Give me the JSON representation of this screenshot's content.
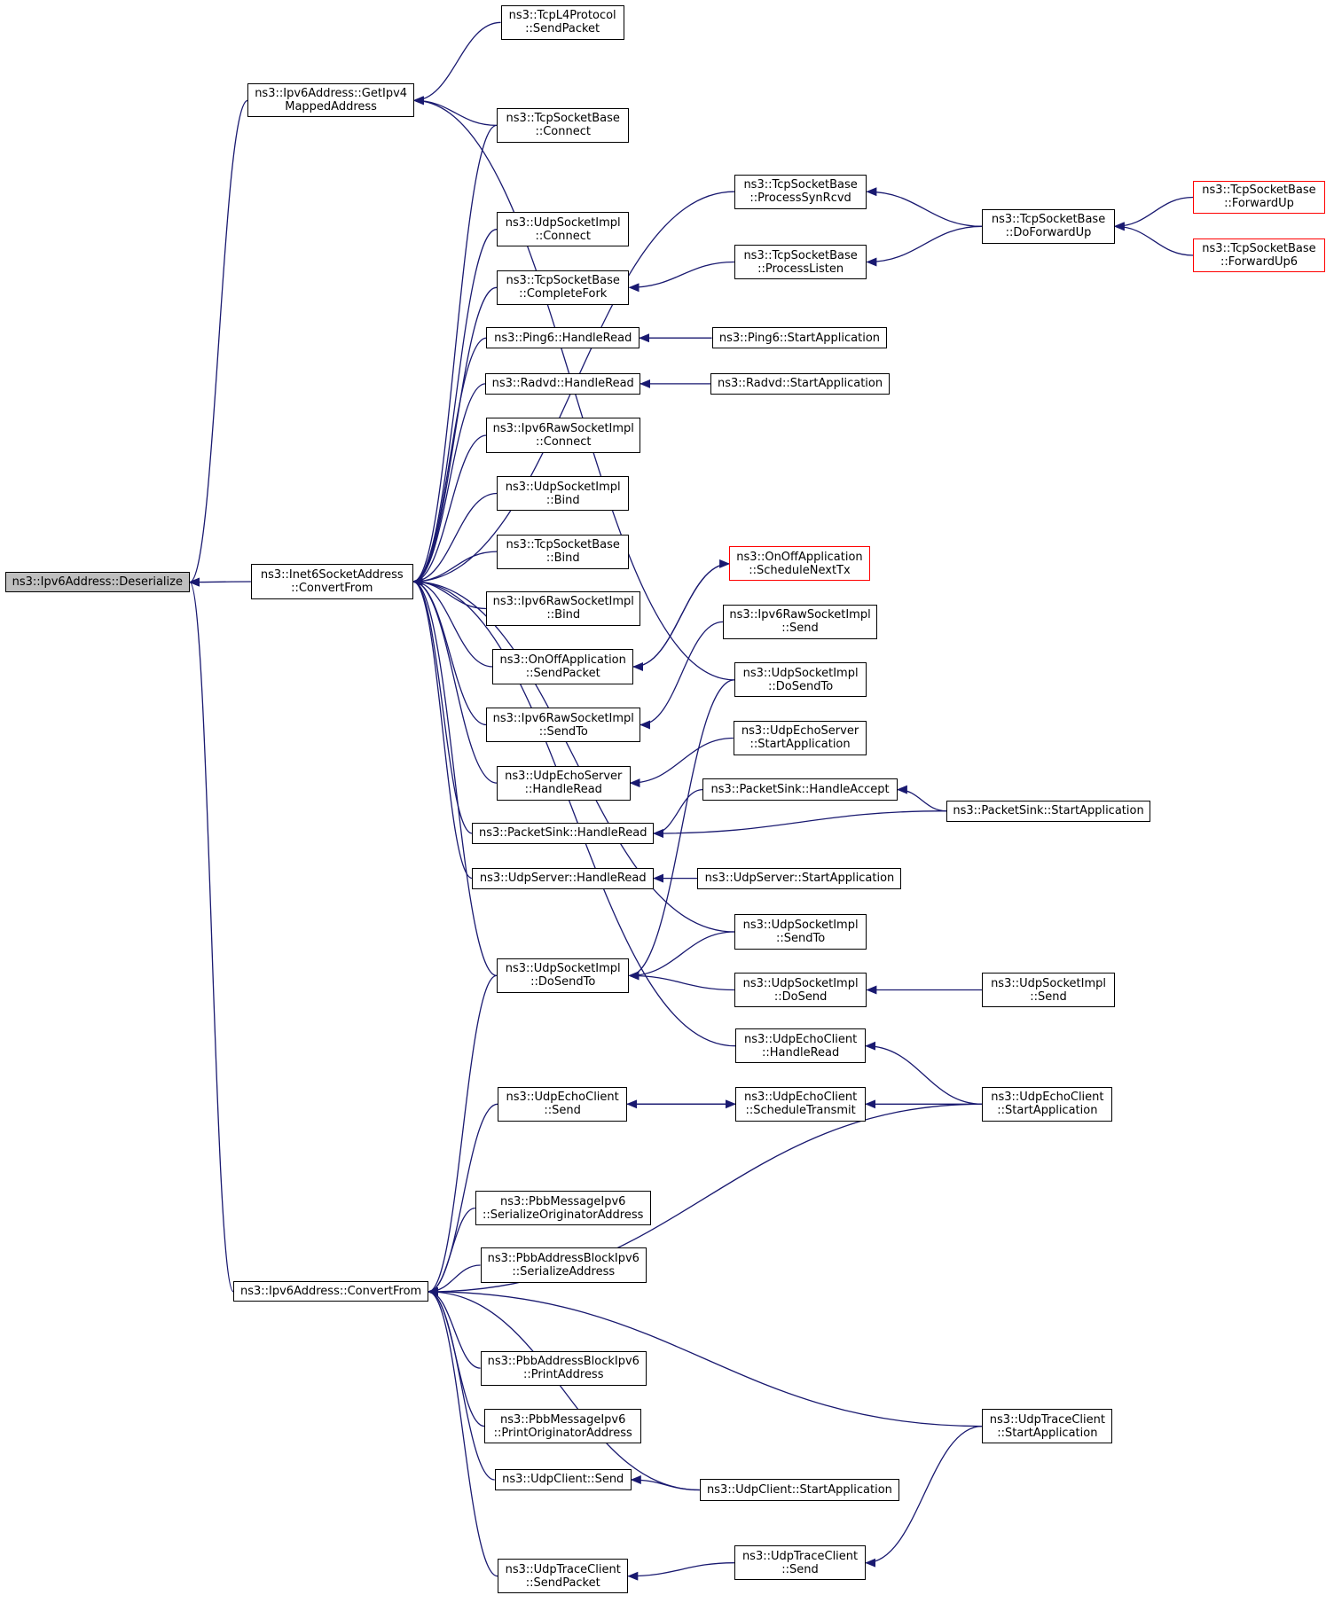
{
  "graph": {
    "edge_color": "#191970",
    "node_border_color": "#000000",
    "truncated_node_border_color": "#ff0000",
    "root_fill_color": "#bfbfbf",
    "root": "ns3::Ipv6Address::Deserialize",
    "nodes": [
      {
        "id": "deserialize",
        "lines": [
          "ns3::Ipv6Address::Deserialize"
        ],
        "root": true
      },
      {
        "id": "getipv4mapped",
        "lines": [
          "ns3::Ipv6Address::GetIpv4",
          "MappedAddress"
        ]
      },
      {
        "id": "inet6convert",
        "lines": [
          "ns3::Inet6SocketAddress",
          "::ConvertFrom"
        ]
      },
      {
        "id": "ipv6convert",
        "lines": [
          "ns3::Ipv6Address::ConvertFrom"
        ]
      },
      {
        "id": "tcpl4send",
        "lines": [
          "ns3::TcpL4Protocol",
          "::SendPacket"
        ]
      },
      {
        "id": "tcpconnect",
        "lines": [
          "ns3::TcpSocketBase",
          "::Connect"
        ]
      },
      {
        "id": "processsynrcvd",
        "lines": [
          "ns3::TcpSocketBase",
          "::ProcessSynRcvd"
        ]
      },
      {
        "id": "doforwardup",
        "lines": [
          "ns3::TcpSocketBase",
          "::DoForwardUp"
        ]
      },
      {
        "id": "forwardup",
        "lines": [
          "ns3::TcpSocketBase",
          "::ForwardUp"
        ],
        "truncated": true
      },
      {
        "id": "forwardup6",
        "lines": [
          "ns3::TcpSocketBase",
          "::ForwardUp6"
        ],
        "truncated": true
      },
      {
        "id": "udpconnect",
        "lines": [
          "ns3::UdpSocketImpl",
          "::Connect"
        ]
      },
      {
        "id": "completefork",
        "lines": [
          "ns3::TcpSocketBase",
          "::CompleteFork"
        ]
      },
      {
        "id": "processlisten",
        "lines": [
          "ns3::TcpSocketBase",
          "::ProcessListen"
        ]
      },
      {
        "id": "ping6read",
        "lines": [
          "ns3::Ping6::HandleRead"
        ]
      },
      {
        "id": "ping6start",
        "lines": [
          "ns3::Ping6::StartApplication"
        ]
      },
      {
        "id": "radvdread",
        "lines": [
          "ns3::Radvd::HandleRead"
        ]
      },
      {
        "id": "radvdstart",
        "lines": [
          "ns3::Radvd::StartApplication"
        ]
      },
      {
        "id": "rawconnect",
        "lines": [
          "ns3::Ipv6RawSocketImpl",
          "::Connect"
        ]
      },
      {
        "id": "udpbind",
        "lines": [
          "ns3::UdpSocketImpl",
          "::Bind"
        ]
      },
      {
        "id": "tcpbind",
        "lines": [
          "ns3::TcpSocketBase",
          "::Bind"
        ]
      },
      {
        "id": "rawbind",
        "lines": [
          "ns3::Ipv6RawSocketImpl",
          "::Bind"
        ]
      },
      {
        "id": "onoffsched",
        "lines": [
          "ns3::OnOffApplication",
          "::ScheduleNextTx"
        ],
        "truncated": true
      },
      {
        "id": "onoffsend",
        "lines": [
          "ns3::OnOffApplication",
          "::SendPacket"
        ]
      },
      {
        "id": "rawsend",
        "lines": [
          "ns3::Ipv6RawSocketImpl",
          "::Send"
        ]
      },
      {
        "id": "udpdosendto_r",
        "lines": [
          "ns3::UdpSocketImpl",
          "::DoSendTo"
        ]
      },
      {
        "id": "rawsendto",
        "lines": [
          "ns3::Ipv6RawSocketImpl",
          "::SendTo"
        ]
      },
      {
        "id": "echoserverstart",
        "lines": [
          "ns3::UdpEchoServer",
          "::StartApplication"
        ]
      },
      {
        "id": "echoserverread",
        "lines": [
          "ns3::UdpEchoServer",
          "::HandleRead"
        ]
      },
      {
        "id": "sinkaccept",
        "lines": [
          "ns3::PacketSink::HandleAccept"
        ]
      },
      {
        "id": "sinkstart",
        "lines": [
          "ns3::PacketSink::StartApplication"
        ]
      },
      {
        "id": "sinkread",
        "lines": [
          "ns3::PacketSink::HandleRead"
        ]
      },
      {
        "id": "udpserverread",
        "lines": [
          "ns3::UdpServer::HandleRead"
        ]
      },
      {
        "id": "udpserverstart",
        "lines": [
          "ns3::UdpServer::StartApplication"
        ]
      },
      {
        "id": "udpsendto",
        "lines": [
          "ns3::UdpSocketImpl",
          "::SendTo"
        ]
      },
      {
        "id": "udpdosendto",
        "lines": [
          "ns3::UdpSocketImpl",
          "::DoSendTo"
        ]
      },
      {
        "id": "udpdosend",
        "lines": [
          "ns3::UdpSocketImpl",
          "::DoSend"
        ]
      },
      {
        "id": "udpsend",
        "lines": [
          "ns3::UdpSocketImpl",
          "::Send"
        ]
      },
      {
        "id": "echoclientread",
        "lines": [
          "ns3::UdpEchoClient",
          "::HandleRead"
        ]
      },
      {
        "id": "echoclientsend",
        "lines": [
          "ns3::UdpEchoClient",
          "::Send"
        ]
      },
      {
        "id": "echoclientsched",
        "lines": [
          "ns3::UdpEchoClient",
          "::ScheduleTransmit"
        ]
      },
      {
        "id": "echoclientstart",
        "lines": [
          "ns3::UdpEchoClient",
          "::StartApplication"
        ]
      },
      {
        "id": "pbbmsgserialize",
        "lines": [
          "ns3::PbbMessageIpv6",
          "::SerializeOriginatorAddress"
        ]
      },
      {
        "id": "pbbblockserialize",
        "lines": [
          "ns3::PbbAddressBlockIpv6",
          "::SerializeAddress"
        ]
      },
      {
        "id": "pbbblockprint",
        "lines": [
          "ns3::PbbAddressBlockIpv6",
          "::PrintAddress"
        ]
      },
      {
        "id": "pbbmsgprint",
        "lines": [
          "ns3::PbbMessageIpv6",
          "::PrintOriginatorAddress"
        ]
      },
      {
        "id": "tracestart",
        "lines": [
          "ns3::UdpTraceClient",
          "::StartApplication"
        ]
      },
      {
        "id": "udpclientsend",
        "lines": [
          "ns3::UdpClient::Send"
        ]
      },
      {
        "id": "udpclientstart",
        "lines": [
          "ns3::UdpClient::StartApplication"
        ]
      },
      {
        "id": "tracesendpacket",
        "lines": [
          "ns3::UdpTraceClient",
          "::SendPacket"
        ]
      },
      {
        "id": "tracesend",
        "lines": [
          "ns3::UdpTraceClient",
          "::Send"
        ]
      }
    ],
    "edges": [
      [
        "getipv4mapped",
        "deserialize"
      ],
      [
        "inet6convert",
        "deserialize"
      ],
      [
        "ipv6convert",
        "deserialize"
      ],
      [
        "tcpl4send",
        "getipv4mapped"
      ],
      [
        "tcpconnect",
        "getipv4mapped"
      ],
      [
        "udpdosendto_r",
        "getipv4mapped"
      ],
      [
        "processsynrcvd",
        "inet6convert"
      ],
      [
        "tcpconnect",
        "inet6convert"
      ],
      [
        "udpconnect",
        "inet6convert"
      ],
      [
        "completefork",
        "inet6convert"
      ],
      [
        "ping6read",
        "inet6convert"
      ],
      [
        "radvdread",
        "inet6convert"
      ],
      [
        "rawconnect",
        "inet6convert"
      ],
      [
        "udpbind",
        "inet6convert"
      ],
      [
        "tcpbind",
        "inet6convert"
      ],
      [
        "rawbind",
        "inet6convert"
      ],
      [
        "onoffsend",
        "inet6convert"
      ],
      [
        "rawsendto",
        "inet6convert"
      ],
      [
        "echoserverread",
        "inet6convert"
      ],
      [
        "sinkread",
        "inet6convert"
      ],
      [
        "udpserverread",
        "inet6convert"
      ],
      [
        "udpdosendto",
        "inet6convert"
      ],
      [
        "udpsendto",
        "inet6convert"
      ],
      [
        "echoclientread",
        "inet6convert"
      ],
      [
        "doforwardup",
        "processsynrcvd"
      ],
      [
        "forwardup",
        "doforwardup"
      ],
      [
        "forwardup6",
        "doforwardup"
      ],
      [
        "processlisten",
        "completefork"
      ],
      [
        "doforwardup",
        "processlisten"
      ],
      [
        "ping6start",
        "ping6read"
      ],
      [
        "radvdstart",
        "radvdread"
      ],
      [
        "onoffsched",
        "onoffsend"
      ],
      [
        "onoffsend",
        "onoffsched"
      ],
      [
        "rawsend",
        "rawsendto"
      ],
      [
        "echoserverstart",
        "echoserverread"
      ],
      [
        "sinkaccept",
        "sinkread"
      ],
      [
        "sinkstart",
        "sinkread"
      ],
      [
        "sinkstart",
        "sinkaccept"
      ],
      [
        "udpserverstart",
        "udpserverread"
      ],
      [
        "udpsendto",
        "udpdosendto"
      ],
      [
        "udpdosendto_r",
        "udpdosendto"
      ],
      [
        "udpdosend",
        "udpdosendto"
      ],
      [
        "udpsend",
        "udpdosend"
      ],
      [
        "echoclientstart",
        "echoclientread"
      ],
      [
        "echoclientsched",
        "echoclientsend"
      ],
      [
        "echoclientsend",
        "echoclientsched"
      ],
      [
        "echoclientstart",
        "echoclientsched"
      ],
      [
        "udpdosendto",
        "ipv6convert"
      ],
      [
        "echoclientsend",
        "ipv6convert"
      ],
      [
        "echoclientstart",
        "ipv6convert"
      ],
      [
        "pbbmsgserialize",
        "ipv6convert"
      ],
      [
        "pbbblockserialize",
        "ipv6convert"
      ],
      [
        "pbbblockprint",
        "ipv6convert"
      ],
      [
        "pbbmsgprint",
        "ipv6convert"
      ],
      [
        "tracestart",
        "ipv6convert"
      ],
      [
        "udpclientsend",
        "ipv6convert"
      ],
      [
        "udpclientstart",
        "ipv6convert"
      ],
      [
        "tracesendpacket",
        "ipv6convert"
      ],
      [
        "udpclientstart",
        "udpclientsend"
      ],
      [
        "tracesend",
        "tracesendpacket"
      ],
      [
        "tracestart",
        "tracesend"
      ]
    ]
  }
}
